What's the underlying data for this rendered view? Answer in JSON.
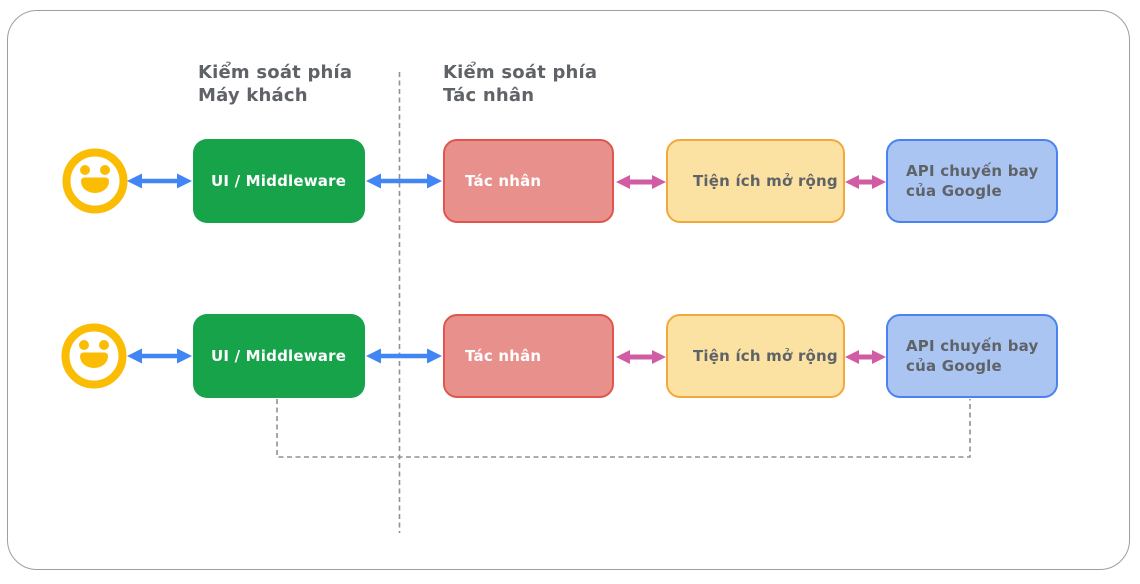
{
  "headers": {
    "client": "Kiểm soát phía\nMáy khách",
    "agent": "Kiểm soát phía\nTác nhân"
  },
  "rows": [
    {
      "user_icon": "smiley-face",
      "ui": "UI / Middleware",
      "agent": "Tác nhân",
      "extension": "Tiện ích mở rộng",
      "api": "API chuyến bay\ncủa Google"
    },
    {
      "user_icon": "smiley-face",
      "ui": "UI / Middleware",
      "agent": "Tác nhân",
      "extension": "Tiện ích mở rộng",
      "api": "API chuyến bay\ncủa Google"
    }
  ],
  "colors": {
    "background": "#FFFFFF",
    "green-fill": "#17A34A",
    "red-fill": "#E8908B",
    "red-border": "#E0564E",
    "yellow-fill": "#FBE2A2",
    "yellow-border": "#F2A93C",
    "blue-fill": "#ABC5F2",
    "blue-border": "#4A82EF",
    "arrow-blue": "#4285F4",
    "arrow-pink": "#D15CA3",
    "smiley-yellow": "#FBBC04",
    "text-dark": "#5F6368",
    "text-on-dark": "#FFFFFF",
    "line-gray": "#8E9297",
    "frame-gray": "#9AA0A6"
  }
}
